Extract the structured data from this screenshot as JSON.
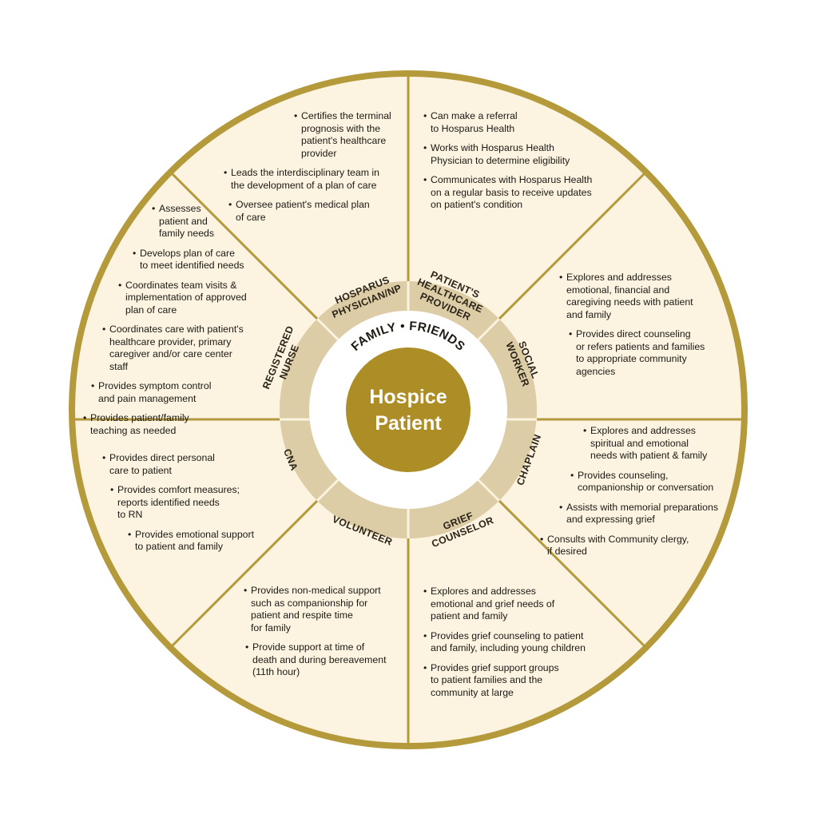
{
  "center": {
    "line1": "Hospice",
    "line2": "Patient",
    "ring_word_left": "FAMILY",
    "ring_dot": "•",
    "ring_word_right": "FRIENDS"
  },
  "roles": [
    {
      "id": "physician",
      "line1": "HOSPARUS",
      "line2": "PHYSICIAN/NP"
    },
    {
      "id": "provider",
      "line1": "PATIENT'S",
      "line2": "HEALTHCARE",
      "line3": "PROVIDER"
    },
    {
      "id": "social",
      "line1": "SOCIAL",
      "line2": "WORKER"
    },
    {
      "id": "chaplain",
      "line1": "CHAPLAIN"
    },
    {
      "id": "grief",
      "line1": "GRIEF",
      "line2": "COUNSELOR"
    },
    {
      "id": "volunteer",
      "line1": "VOLUNTEER"
    },
    {
      "id": "cna",
      "line1": "CNA"
    },
    {
      "id": "nurse",
      "line1": "REGISTERED",
      "line2": "NURSE"
    }
  ],
  "blocks": {
    "physician": [
      "Certifies the terminal\nprognosis with the\npatient's healthcare\nprovider",
      "Leads the interdisciplinary team in\nthe development of a plan of care",
      "Oversee patient's medical plan\nof care"
    ],
    "provider": [
      "Can make a referral\nto Hosparus Health",
      "Works with Hosparus Health\nPhysician to determine eligibility",
      "Communicates with Hosparus Health\non a regular basis to receive updates\non patient's condition"
    ],
    "social": [
      "Explores and addresses\nemotional, financial and\ncaregiving needs with patient\nand family",
      "Provides direct counseling\nor refers patients and families\nto appropriate community\nagencies"
    ],
    "chaplain": [
      "Explores and addresses\nspiritual and emotional\nneeds with patient & family",
      "Provides counseling,\ncompanionship or conversation",
      "Assists with memorial preparations\nand expressing grief",
      "Consults with Community clergy,\nif desired"
    ],
    "grief": [
      "Explores and addresses\nemotional and grief needs of\npatient and family",
      "Provides grief counseling to patient\nand family, including young children",
      "Provides grief support groups\nto patient families and the\ncommunity at large"
    ],
    "volunteer": [
      "Provides non-medical support\nsuch as companionship for\npatient and respite time\nfor family",
      "Provide support at time of\ndeath and during bereavement\n(11th hour)"
    ],
    "cna": [
      "Provides direct personal\ncare to patient",
      "Provides comfort measures;\nreports identified needs\nto RN",
      "Provides emotional support\nto patient and family"
    ],
    "nurse": [
      "Assesses\npatient and\nfamily needs",
      "Develops plan of care\nto meet identified needs",
      "Coordinates team visits &\nimplementation of approved\nplan of care",
      "Coordinates care with patient's\nhealthcare provider, primary\ncaregiver and/or care center\nstaff",
      "Provides symptom control\nand pain management",
      "Provides patient/family\nteaching as needed"
    ]
  },
  "colors": {
    "outer_ring": "#b59a3c",
    "segment_fill": "#fcf3e0",
    "divider": "#b59a3c",
    "role_ring": "#dccda6",
    "center_fill": "#ad8e26"
  }
}
